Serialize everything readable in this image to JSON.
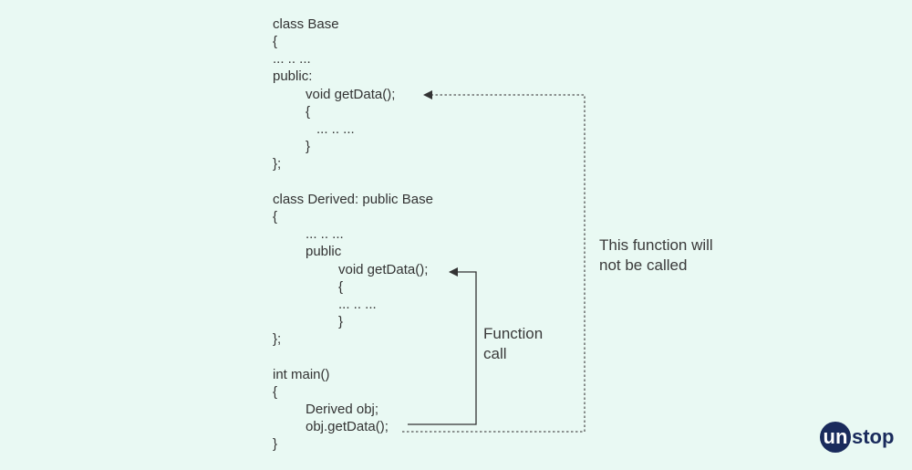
{
  "code": {
    "base_class_decl": "class Base",
    "base_open_brace": "{",
    "base_ellipsis": "... .. ...",
    "base_public": "public:",
    "base_method": "void getData();",
    "base_method_open": "{",
    "base_method_body": "... .. ...",
    "base_method_close": "}",
    "base_close": "};",
    "derived_class_decl": "class Derived: public Base",
    "derived_open_brace": "{",
    "derived_ellipsis": "... .. ...",
    "derived_public": "public",
    "derived_method": "void getData();",
    "derived_method_open": "{",
    "derived_method_body": "... .. ...",
    "derived_method_close": "}",
    "derived_close": "};",
    "main_decl": "int main()",
    "main_open": "{",
    "main_obj": "Derived obj;",
    "main_call": "obj.getData();",
    "main_close": "}"
  },
  "annotations": {
    "function_call_line1": "Function",
    "function_call_line2": "call",
    "not_called_line1": "This function will",
    "not_called_line2": "not be called"
  },
  "logo": {
    "circle_text": "un",
    "text": "stop"
  },
  "colors": {
    "background": "#e9f9f3",
    "arrow": "#333333",
    "logo": "#1a2b5c"
  }
}
